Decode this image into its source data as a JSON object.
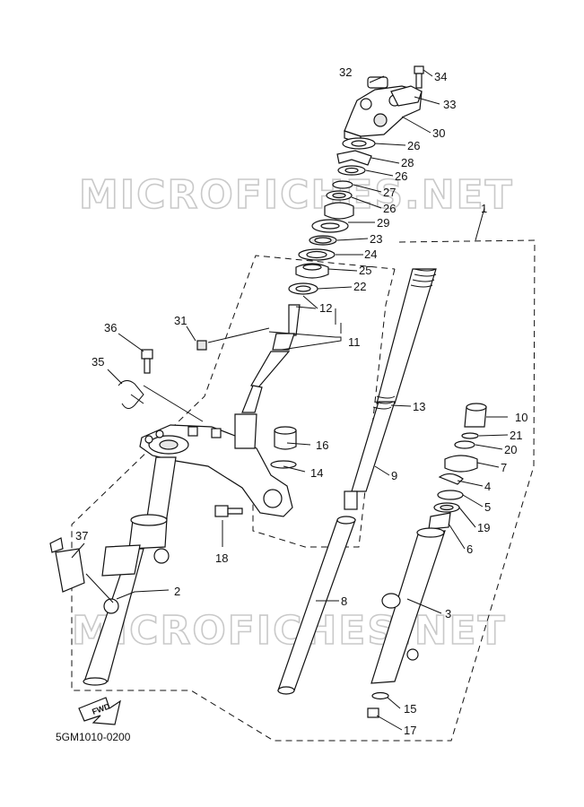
{
  "watermarks": [
    "MICROFICHES.NET",
    "MICROFICHES.NET"
  ],
  "diagram_code": "5GM1010-0200",
  "fwd_label": "FWD",
  "callouts": [
    "1",
    "2",
    "3",
    "4",
    "5",
    "6",
    "7",
    "8",
    "9",
    "10",
    "11",
    "12",
    "13",
    "14",
    "15",
    "16",
    "17",
    "18",
    "19",
    "20",
    "21",
    "22",
    "23",
    "24",
    "25",
    "26",
    "26",
    "26",
    "27",
    "28",
    "29",
    "30",
    "31",
    "32",
    "33",
    "34",
    "35",
    "36",
    "37"
  ]
}
